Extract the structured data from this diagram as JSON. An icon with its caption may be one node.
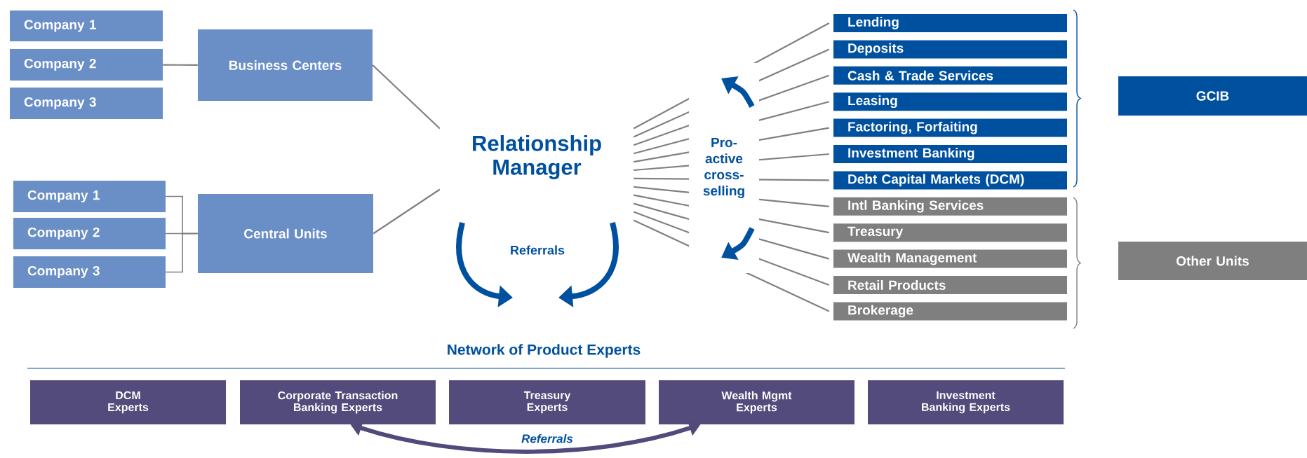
{
  "diagram": {
    "nodes": [
      {
        "text": [
          "Company 1"
        ]
      },
      {
        "text": [
          "Company 2"
        ]
      },
      {
        "text": [
          "Company 3"
        ]
      },
      {
        "text": [
          "Business Centers"
        ]
      },
      {
        "text": [
          "Company 1"
        ]
      },
      {
        "text": [
          "Company 2"
        ]
      },
      {
        "text": [
          "Company 3"
        ]
      },
      {
        "text": [
          "Central Units"
        ]
      },
      {
        "text": [
          "Relationship Manager"
        ]
      },
      {
        "text": [
          "Lending"
        ]
      },
      {
        "text": [
          "Deposits"
        ]
      },
      {
        "text": [
          "Cash & Trade Services"
        ]
      },
      {
        "text": [
          "Leasing"
        ]
      },
      {
        "text": [
          "Factoring, Forfaiting"
        ]
      },
      {
        "text": [
          "Investment Banking"
        ]
      },
      {
        "text": [
          "Debt Capital Markets (DCM)"
        ]
      },
      {
        "text": [
          "Intl Banking Services"
        ]
      },
      {
        "text": [
          "Treasury"
        ]
      },
      {
        "text": [
          "Wealth Management"
        ]
      },
      {
        "text": [
          "Retail Products"
        ]
      },
      {
        "text": [
          "Brokerage"
        ]
      },
      {
        "text": [
          "GCIB"
        ]
      },
      {
        "text": [
          "Other Units"
        ]
      },
      {
        "text": [
          "DCM Experts"
        ]
      },
      {
        "text": [
          "Corporate Transaction Banking Experts"
        ]
      },
      {
        "text": [
          "Treasury Experts"
        ]
      },
      {
        "text": [
          "Wealth Mgmt Experts"
        ]
      },
      {
        "text": [
          "Investment Banking Experts"
        ]
      }
    ],
    "edges": [
      {
        "from": 1,
        "to": 3,
        "arrow": "none"
      },
      {
        "from": 4,
        "to": 7,
        "arrow": "none"
      },
      {
        "from": 5,
        "to": 7,
        "arrow": "none"
      },
      {
        "from": 6,
        "to": 7,
        "arrow": "none"
      },
      {
        "from": 3,
        "to": 8,
        "arrow": "none"
      },
      {
        "from": 7,
        "to": 8,
        "arrow": "none"
      },
      {
        "from": 8,
        "to": 9,
        "arrow": "none"
      },
      {
        "from": 8,
        "to": 10,
        "arrow": "none"
      },
      {
        "from": 8,
        "to": 11,
        "arrow": "none"
      },
      {
        "from": 8,
        "to": 12,
        "arrow": "none"
      },
      {
        "from": 8,
        "to": 13,
        "arrow": "none"
      },
      {
        "from": 8,
        "to": 14,
        "arrow": "none"
      },
      {
        "from": 8,
        "to": 15,
        "arrow": "none"
      },
      {
        "from": 8,
        "to": 16,
        "arrow": "none"
      },
      {
        "from": 8,
        "to": 17,
        "arrow": "none"
      },
      {
        "from": 8,
        "to": 18,
        "arrow": "none"
      },
      {
        "from": 8,
        "to": 19,
        "arrow": "none"
      },
      {
        "from": 8,
        "to": 20,
        "arrow": "none"
      },
      {
        "from": 24,
        "to": 26,
        "arrow": "both",
        "label": "Referrals",
        "style": "thick",
        "color": "#524a7a"
      }
    ],
    "labels": [
      "Pro-active cross-selling",
      "Referrals",
      "Network of Product Experts"
    ]
  }
}
